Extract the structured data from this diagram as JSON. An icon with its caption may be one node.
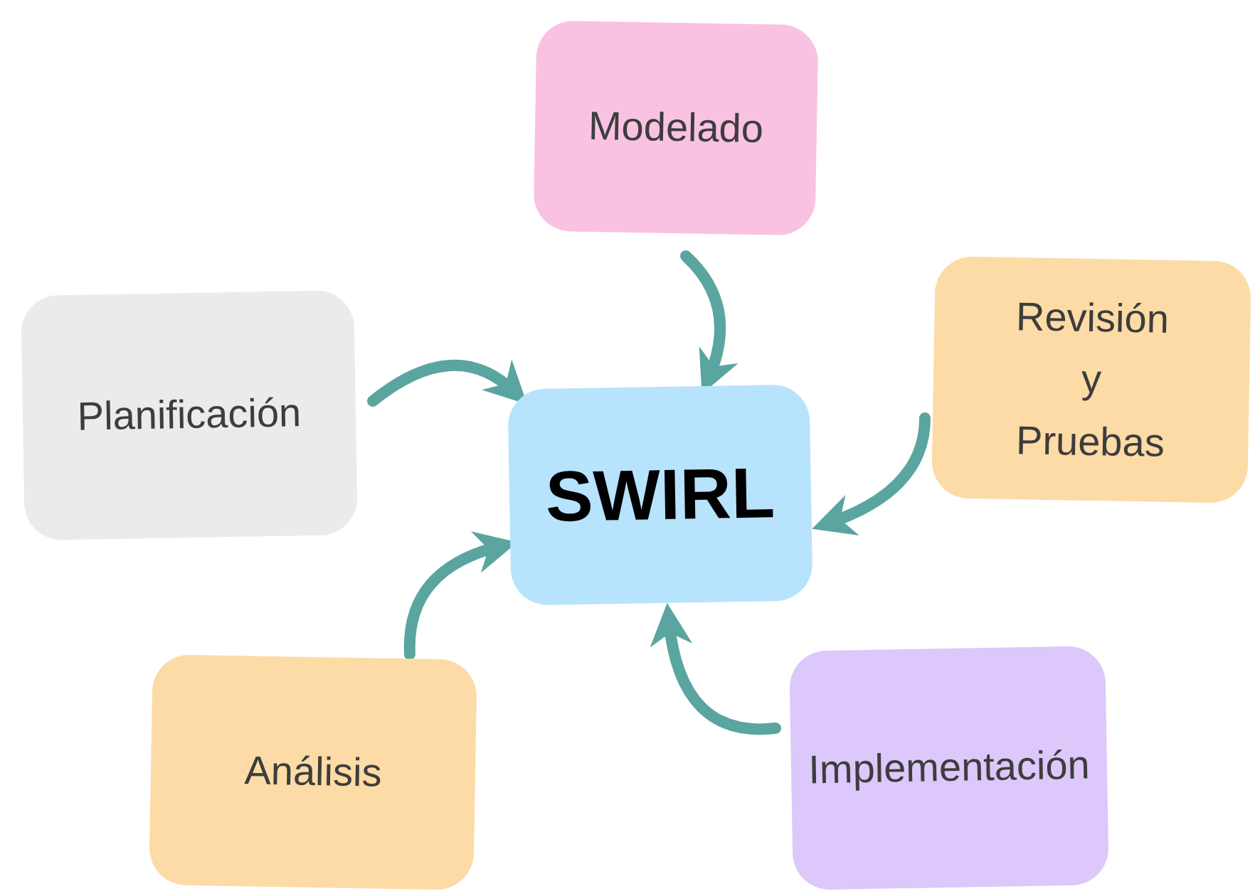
{
  "diagram": {
    "nodes": [
      {
        "text": [
          "Modelado"
        ]
      },
      {
        "text": [
          "Planificación"
        ]
      },
      {
        "text": [
          "Revisión y Pruebas"
        ]
      },
      {
        "text": [
          "SWIRL"
        ]
      },
      {
        "text": [
          "Análisis"
        ]
      },
      {
        "text": [
          "Implementación"
        ]
      }
    ],
    "edges": [
      {
        "from": 0,
        "to": 3,
        "arrow": "to"
      },
      {
        "from": 1,
        "to": 3,
        "arrow": "to"
      },
      {
        "from": 2,
        "to": 3,
        "arrow": "to"
      },
      {
        "from": 4,
        "to": 3,
        "arrow": "to"
      },
      {
        "from": 5,
        "to": 3,
        "arrow": "to"
      }
    ]
  }
}
